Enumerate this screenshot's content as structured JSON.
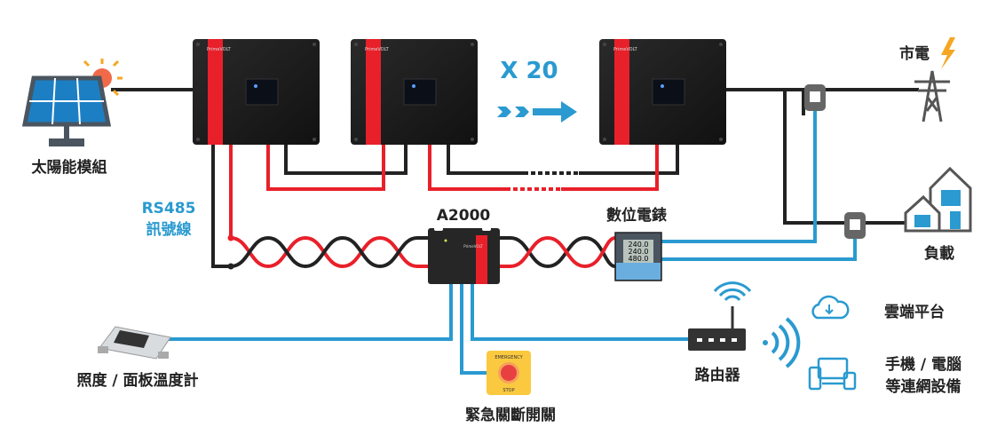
{
  "labels": {
    "solar": "太陽能模組",
    "grid": "市電",
    "load": "負載",
    "multiplier": "X 20",
    "rs485_line1": "RS485",
    "rs485_line2": "訊號線",
    "controller": "A2000",
    "meter": "數位電錶",
    "sensor": "照度 / 面板溫度計",
    "estop": "緊急關斷開關",
    "router": "路由器",
    "cloud": "雲端平台",
    "devices_line1": "手機 / 電腦",
    "devices_line2": "等連網設備"
  },
  "inverter_brand": "PrimeVOLT",
  "meter_readings": [
    "240.0",
    "240.0",
    "480.0"
  ],
  "estop_text": {
    "top": "EMERGENCY",
    "bottom": "STOP"
  },
  "colors": {
    "accent_blue": "#2a9ad0",
    "wire_red": "#e8202a",
    "wire_black": "#222222",
    "inverter_body": "#1e1e1e"
  },
  "icons": [
    "solar-panel-icon",
    "sun-icon",
    "inverter-icon",
    "power-tower-icon",
    "lightning-icon",
    "house-icon",
    "current-sensor-icon",
    "meter-icon",
    "irradiance-sensor-icon",
    "emergency-stop-icon",
    "router-icon",
    "wifi-icon",
    "cloud-icon",
    "devices-icon"
  ]
}
